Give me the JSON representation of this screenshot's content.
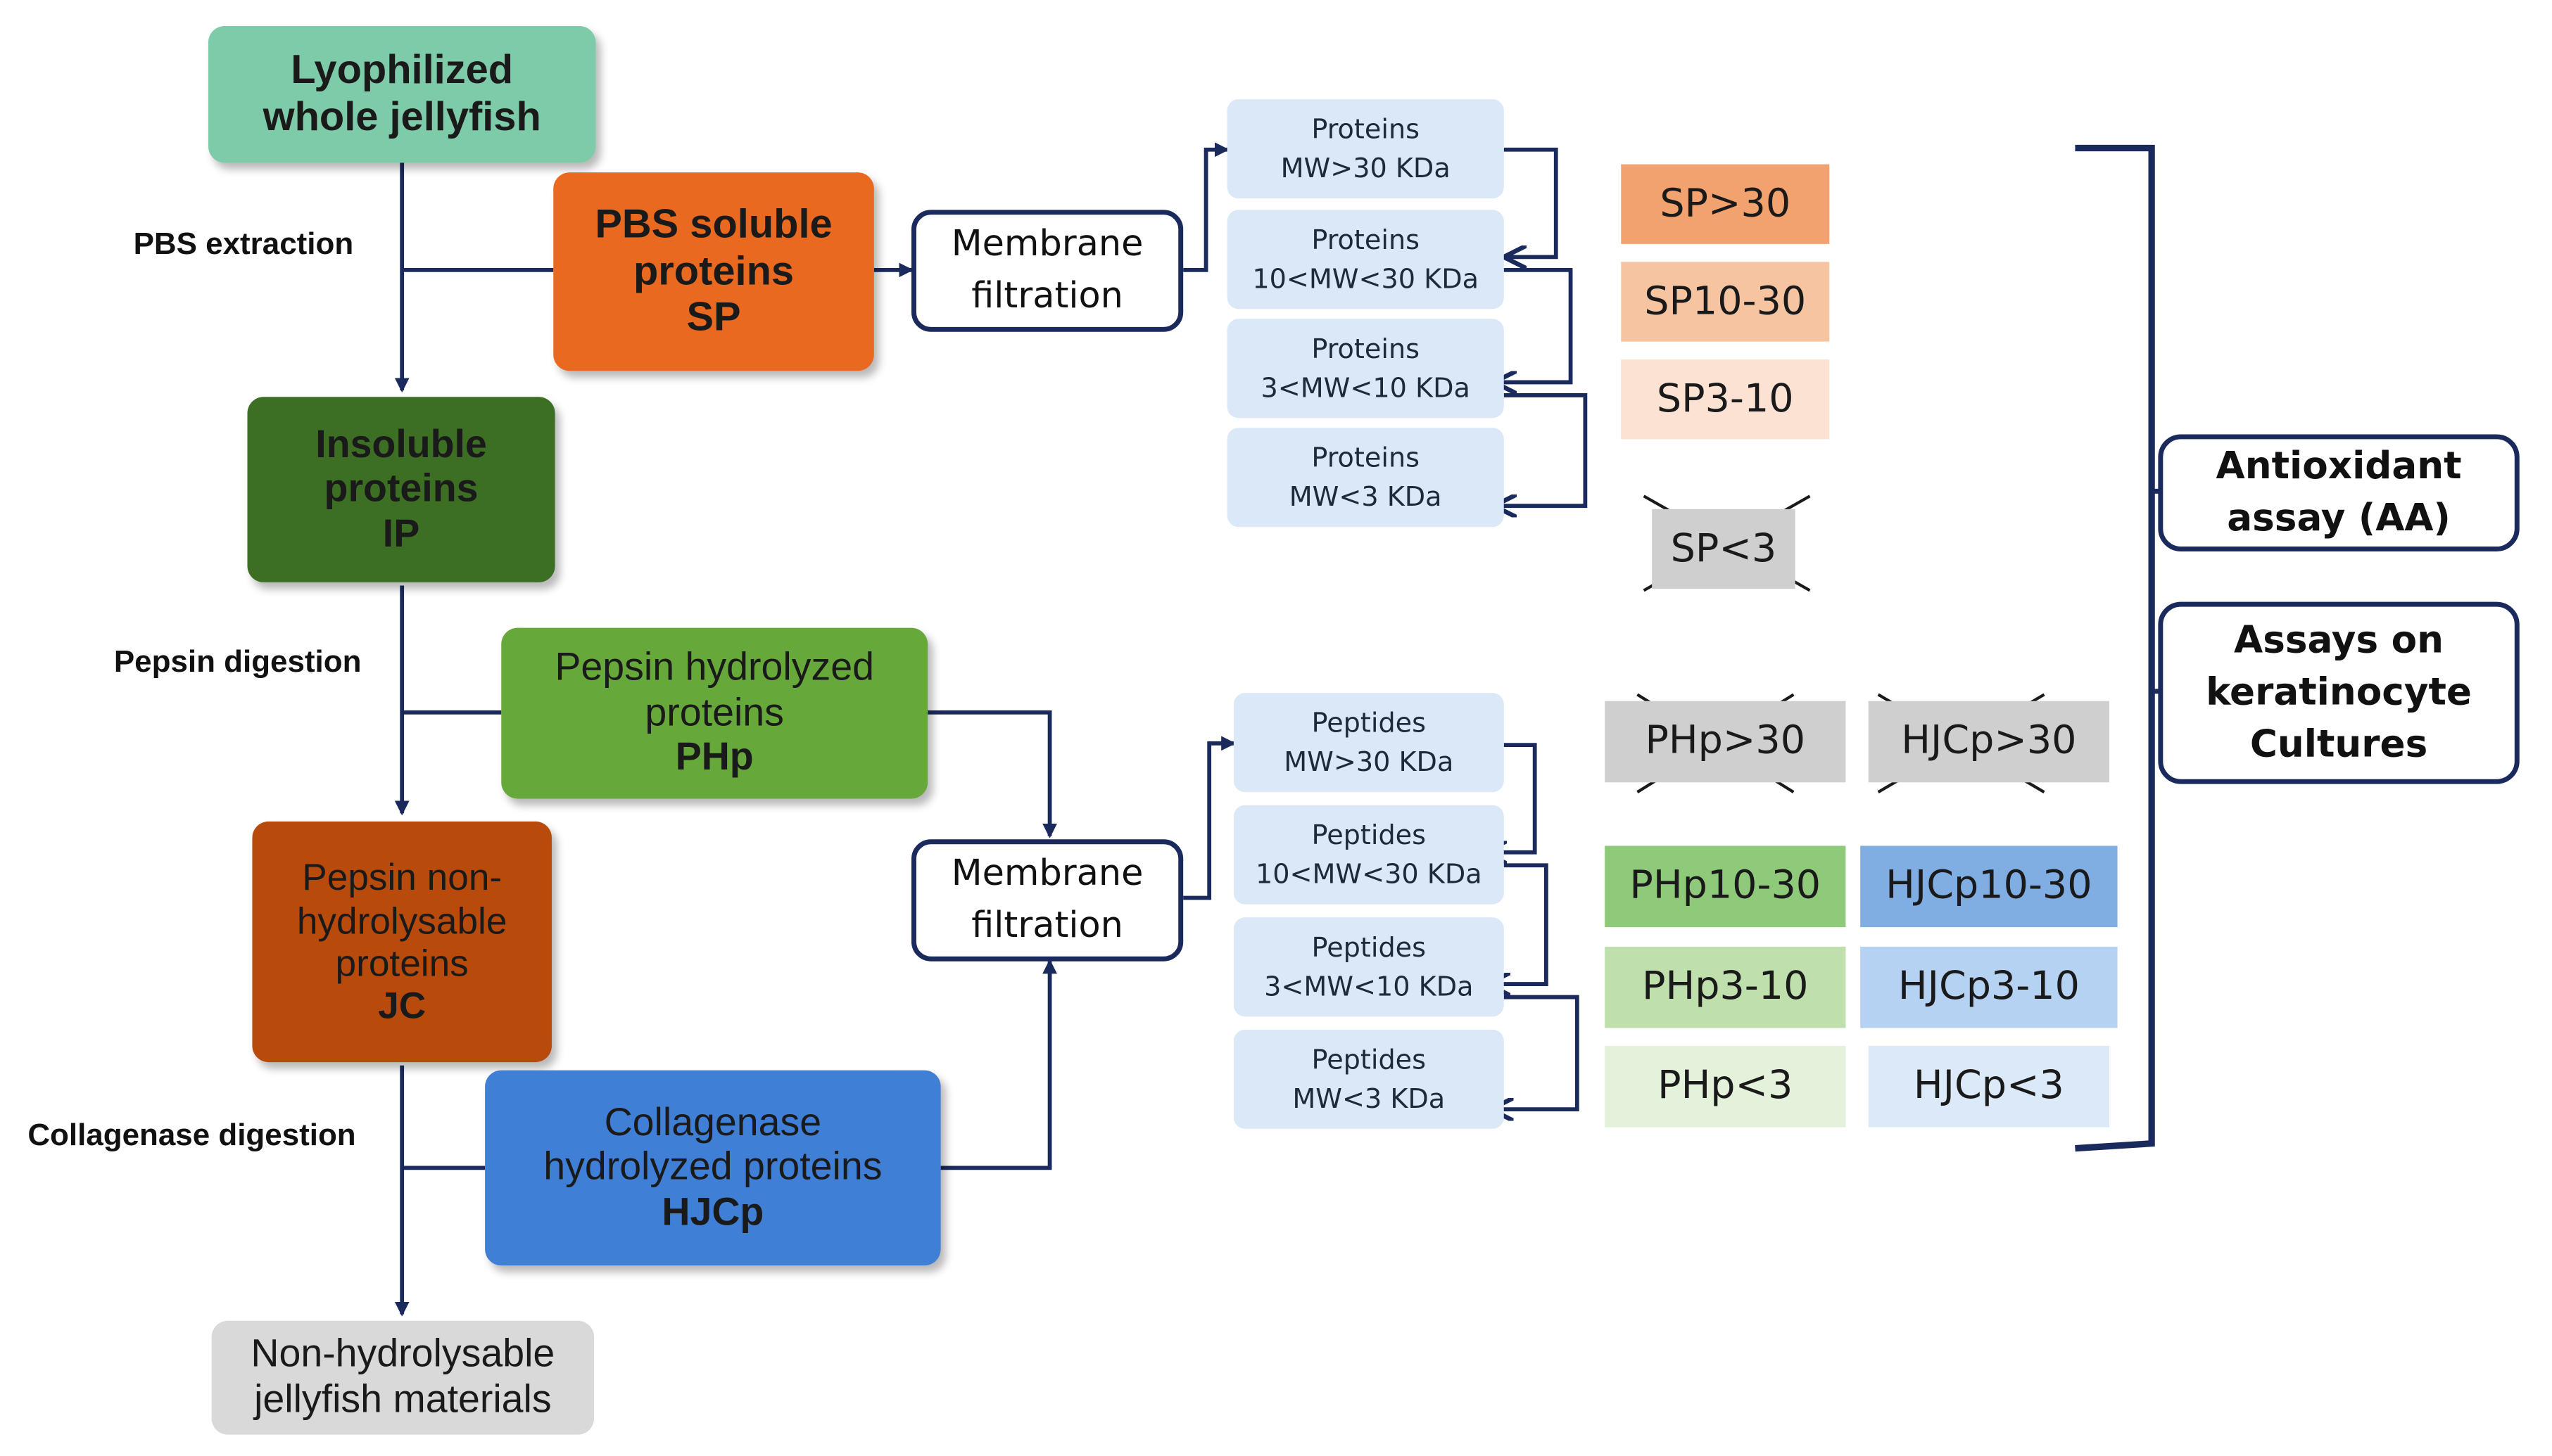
{
  "sources": {
    "lyophilized": {
      "line1": "Lyophilized",
      "line2": "whole jellyfish",
      "color": "#7ecbaa"
    },
    "sp": {
      "line1": "PBS soluble",
      "line2": "proteins",
      "line3": "SP",
      "color": "#e8691f"
    },
    "ip": {
      "line1": "Insoluble",
      "line2": "proteins",
      "line3": "IP",
      "color": "#3c6e23"
    },
    "php": {
      "line1": "Pepsin hydrolyzed",
      "line2": "proteins",
      "line3": "PHp",
      "color": "#67a83a"
    },
    "jc": {
      "line1": "Pepsin non-",
      "line2": "hydrolysable",
      "line3": "proteins",
      "line4": "JC",
      "color": "#b84a0c"
    },
    "hjcp": {
      "line1": "Collagenase",
      "line2": "hydrolyzed proteins",
      "line3": "HJCp",
      "color": "#3f7fd6"
    },
    "nonhydro": {
      "line1": "Non-hydrolysable",
      "line2": "jellyfish materials",
      "color": "#d9d9d9"
    }
  },
  "steps": {
    "pbs": "PBS extraction",
    "pepsin": "Pepsin digestion",
    "collagenase": "Collagenase digestion"
  },
  "membrane": {
    "line1": "Membrane",
    "line2": "filtration"
  },
  "protein_fractions": [
    {
      "line1": "Proteins",
      "line2": "MW>30 KDa"
    },
    {
      "line1": "Proteins",
      "line2": "10<MW<30 KDa"
    },
    {
      "line1": "Proteins",
      "line2": "3<MW<10 KDa"
    },
    {
      "line1": "Proteins",
      "line2": "MW<3 KDa"
    }
  ],
  "peptide_fractions": [
    {
      "line1": "Peptides",
      "line2": "MW>30 KDa"
    },
    {
      "line1": "Peptides",
      "line2": "10<MW<30 KDa"
    },
    {
      "line1": "Peptides",
      "line2": "3<MW<10 KDa"
    },
    {
      "line1": "Peptides",
      "line2": "MW<3 KDa"
    }
  ],
  "sp_tags": [
    {
      "label": "SP>30",
      "color": "#f2a26e",
      "excluded": false
    },
    {
      "label": "SP10-30",
      "color": "#f7c4a2",
      "excluded": false
    },
    {
      "label": "SP3-10",
      "color": "#fbe2d2",
      "excluded": false
    },
    {
      "label": "SP<3",
      "color": "#cfcfcf",
      "excluded": true
    }
  ],
  "php_tags": [
    {
      "label": "PHp>30",
      "color": "#cfcfcf",
      "excluded": true
    },
    {
      "label": "PHp10-30",
      "color": "#8fc97a",
      "excluded": false
    },
    {
      "label": "PHp3-10",
      "color": "#bfe0ad",
      "excluded": false
    },
    {
      "label": "PHp<3",
      "color": "#e4f2dc",
      "excluded": false
    }
  ],
  "hjcp_tags": [
    {
      "label": "HJCp>30",
      "color": "#cfcfcf",
      "excluded": true
    },
    {
      "label": "HJCp10-30",
      "color": "#80aee3",
      "excluded": false
    },
    {
      "label": "HJCp3-10",
      "color": "#b5d2f2",
      "excluded": false
    },
    {
      "label": "HJCp<3",
      "color": "#dbe9f8",
      "excluded": false
    }
  ],
  "assays": {
    "antioxidant": {
      "line1": "Antioxidant",
      "line2": "assay (AA)"
    },
    "keratinocyte": {
      "line1": "Assays on",
      "line2": "keratinocyte",
      "line3": "Cultures"
    }
  },
  "colors": {
    "connector": "#1b2a5c",
    "fraction_fill": "#dbe8f7"
  }
}
